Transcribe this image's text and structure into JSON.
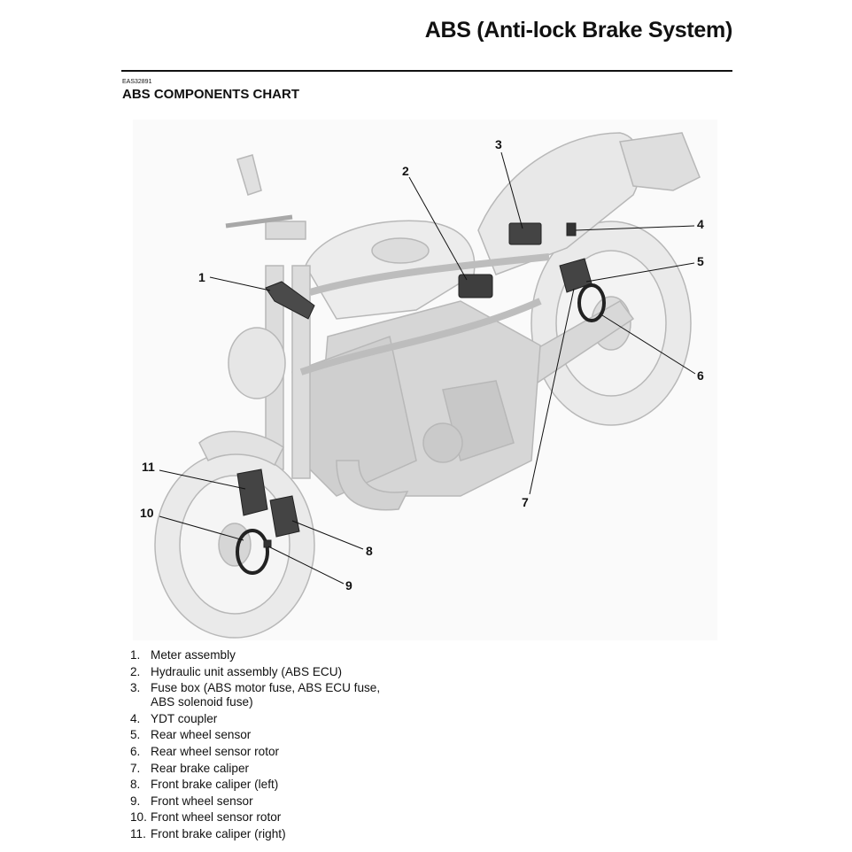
{
  "header": {
    "title": "ABS (Anti-lock Brake System)"
  },
  "section": {
    "code": "EAS32891",
    "title": "ABS COMPONENTS CHART"
  },
  "callouts": [
    "1",
    "2",
    "3",
    "4",
    "5",
    "6",
    "7",
    "8",
    "9",
    "10",
    "11"
  ],
  "legend": [
    {
      "num": "1.",
      "text": "Meter assembly"
    },
    {
      "num": "2.",
      "text": "Hydraulic unit assembly (ABS ECU)"
    },
    {
      "num": "3.",
      "text": "Fuse box (ABS motor fuse, ABS ECU fuse,\nABS solenoid fuse)"
    },
    {
      "num": "4.",
      "text": "YDT coupler"
    },
    {
      "num": "5.",
      "text": "Rear wheel sensor"
    },
    {
      "num": "6.",
      "text": "Rear wheel sensor rotor"
    },
    {
      "num": "7.",
      "text": "Rear brake caliper"
    },
    {
      "num": "8.",
      "text": "Front brake caliper (left)"
    },
    {
      "num": "9.",
      "text": "Front wheel sensor"
    },
    {
      "num": "10.",
      "text": "Front wheel sensor rotor"
    },
    {
      "num": "11.",
      "text": "Front brake caliper (right)"
    }
  ]
}
